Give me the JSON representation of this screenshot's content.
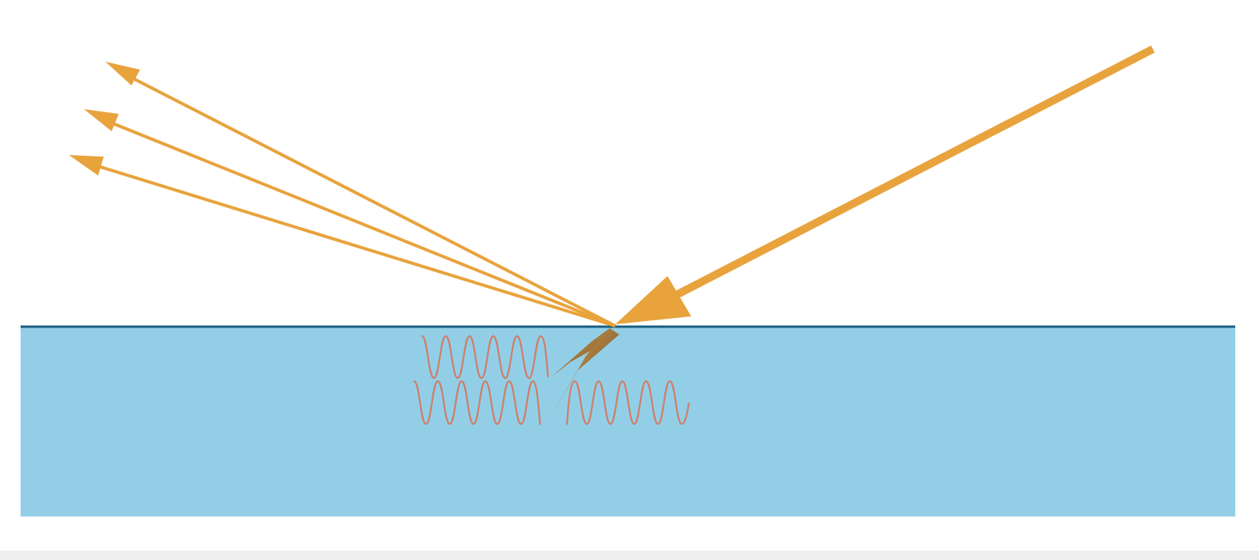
{
  "diagram": {
    "background": "#ffffff",
    "medium": {
      "fill_color": "#92cfe7",
      "surface_color": "#1a5f80"
    },
    "incident_ray": {
      "color": "#e8a33d"
    },
    "reflected_rays": {
      "color": "#e8a33d",
      "count": 3
    },
    "penetrating_beam": {
      "colors": [
        "#f0a030",
        "#4a4a4a"
      ]
    },
    "waves": {
      "color": "#cf7e6a",
      "rows": [
        {
          "periods": 5
        },
        {
          "periods": 4
        },
        {
          "periods": 5
        }
      ]
    }
  }
}
